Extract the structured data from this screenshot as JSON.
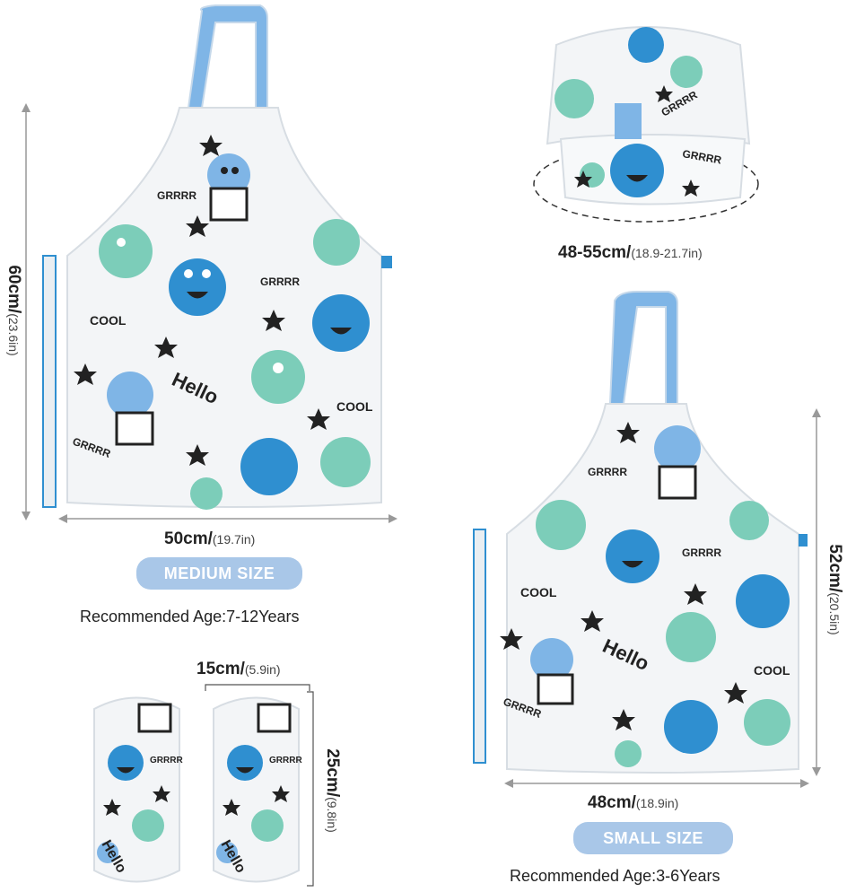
{
  "medium": {
    "height_label": "60cm/",
    "height_sub": "(23.6in)",
    "width_label": "50cm/",
    "width_sub": "(19.7in)",
    "size_badge": "MEDIUM SIZE",
    "age": "Recommended Age:7-12Years"
  },
  "hat": {
    "circ_label": "48-55cm/",
    "circ_sub": "(18.9-21.7in)"
  },
  "small": {
    "height_label": "52cm/",
    "height_sub": "(20.5in)",
    "width_label": "48cm/",
    "width_sub": "(18.9in)",
    "size_badge": "SMALL SIZE",
    "age": "Recommended Age:3-6Years"
  },
  "sleeves": {
    "width_label": "15cm/",
    "width_sub": "(5.9in)",
    "height_label": "25cm/",
    "height_sub": "(9.8in)"
  },
  "print_text": {
    "hello": "Hello",
    "cool": "COOL",
    "grrr": "GRRRR"
  },
  "colors": {
    "dark_blue": "#2f8fd0",
    "light_blue": "#7fb5e6",
    "teal": "#7ccdb9",
    "star": "#222222",
    "badge": "#a9c7e8"
  }
}
